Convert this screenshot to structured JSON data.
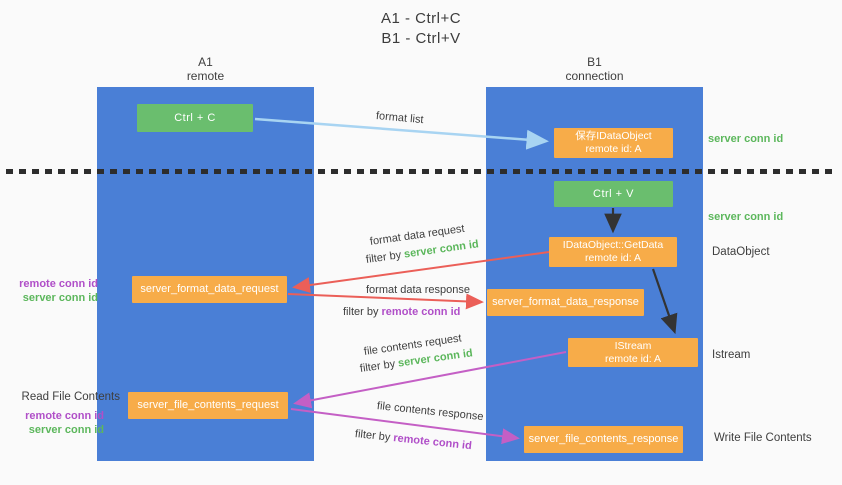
{
  "title": {
    "line1": "A1 - Ctrl+C",
    "line2": "B1 - Ctrl+V"
  },
  "lanes": {
    "left": {
      "name": "A1",
      "role": "remote"
    },
    "right": {
      "name": "B1",
      "role": "connection"
    }
  },
  "nodes": {
    "ctrl_c": {
      "label": "Ctrl + C"
    },
    "ctrl_v": {
      "label": "Ctrl + V"
    },
    "save_dataobject": {
      "line1": "保存IDataObject",
      "line2": "remote id: A"
    },
    "getdata": {
      "line1": "IDataObject::GetData",
      "line2": "remote id: A"
    },
    "istream": {
      "line1": "IStream",
      "line2": "remote id: A"
    },
    "format_request": {
      "label": "server_format_data_request"
    },
    "format_response": {
      "label": "server_format_data_response"
    },
    "file_request": {
      "label": "server_file_contents_request"
    },
    "file_response": {
      "label": "server_file_contents_response"
    }
  },
  "arrows": {
    "format_list": {
      "label": "format list"
    },
    "format_data_request": {
      "label": "format data request",
      "filter_prefix": "filter by ",
      "filter_key": "server conn id"
    },
    "format_data_response": {
      "label": "format data response",
      "filter_prefix": "filter by ",
      "filter_key": "remote conn id"
    },
    "file_contents_request": {
      "label": "file contents request",
      "filter_prefix": "filter by ",
      "filter_key": "server conn id"
    },
    "file_contents_response": {
      "label": "file contents response",
      "filter_prefix": "filter by ",
      "filter_key": "remote conn id"
    }
  },
  "side_labels": {
    "server_conn_id_top": "server conn id",
    "server_conn_id_mid": "server conn id",
    "dataobject": "DataObject",
    "istream": "Istream",
    "write_file_contents": "Write File Contents",
    "remote_conn_id_left1": "remote conn id",
    "server_conn_id_left1": "server conn id",
    "read_file_contents": "Read File Contents",
    "remote_conn_id_left2": "remote conn id",
    "server_conn_id_left2": "server conn id"
  },
  "colors": {
    "lane_blue": "#4A7FD6",
    "box_green": "#6ABE6E",
    "box_orange": "#F7AC49",
    "arrow_blue": "#A8D4F2",
    "arrow_red": "#EB5F58",
    "arrow_magenta": "#C45FC5",
    "arrow_black": "#333333",
    "text_green": "#5CB75C",
    "text_purple": "#B04FC8",
    "text_dark": "#3E3E3E",
    "background": "#FAFAFA"
  }
}
